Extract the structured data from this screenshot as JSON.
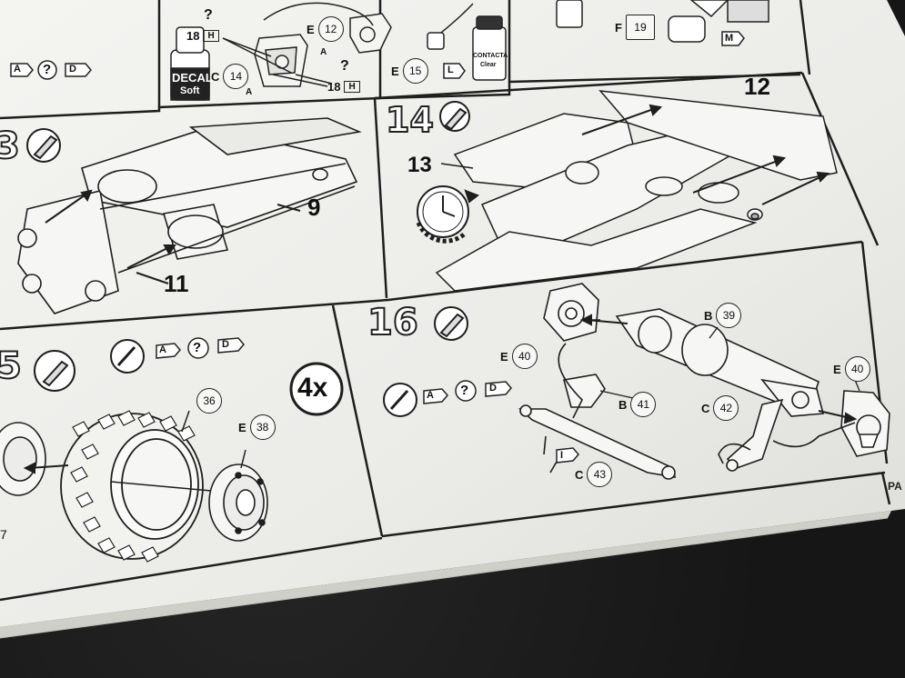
{
  "steps": {
    "s13": "3",
    "s14": "14",
    "s15": "5",
    "s16": "16"
  },
  "labels": {
    "nine": "9",
    "eleven": "11",
    "twelve": "12",
    "thirteen": "13",
    "four_x": "4x",
    "decal_word": "DECAL",
    "decal_sub": "Soft",
    "contacta": "CONTACTA",
    "contacta_sub": "Clear",
    "page_fragment": "PA",
    "seven": "7"
  },
  "parts": {
    "e12": {
      "letter": "E",
      "num": "12"
    },
    "c14": {
      "letter": "C",
      "num": "14"
    },
    "e15": {
      "letter": "E",
      "num": "15"
    },
    "f19": {
      "letter": "F",
      "num": "19"
    },
    "h18a": {
      "num": "18",
      "tag": "H"
    },
    "h18b": {
      "num": "18",
      "tag": "H"
    },
    "n36": {
      "letter": "",
      "num": "36"
    },
    "e38": {
      "letter": "E",
      "num": "38"
    },
    "b39": {
      "letter": "B",
      "num": "39"
    },
    "e40a": {
      "letter": "E",
      "num": "40"
    },
    "e40b": {
      "letter": "E",
      "num": "40"
    },
    "b41": {
      "letter": "B",
      "num": "41"
    },
    "c42": {
      "letter": "C",
      "num": "42"
    },
    "c43": {
      "letter": "C",
      "num": "43"
    }
  },
  "tags": {
    "a": "A",
    "d": "D",
    "l": "L",
    "m": "M",
    "i": "I",
    "q": "?"
  },
  "colors": {
    "paper": "#efefec",
    "ink": "#1e1e1e",
    "tablecloth": "#151515"
  }
}
